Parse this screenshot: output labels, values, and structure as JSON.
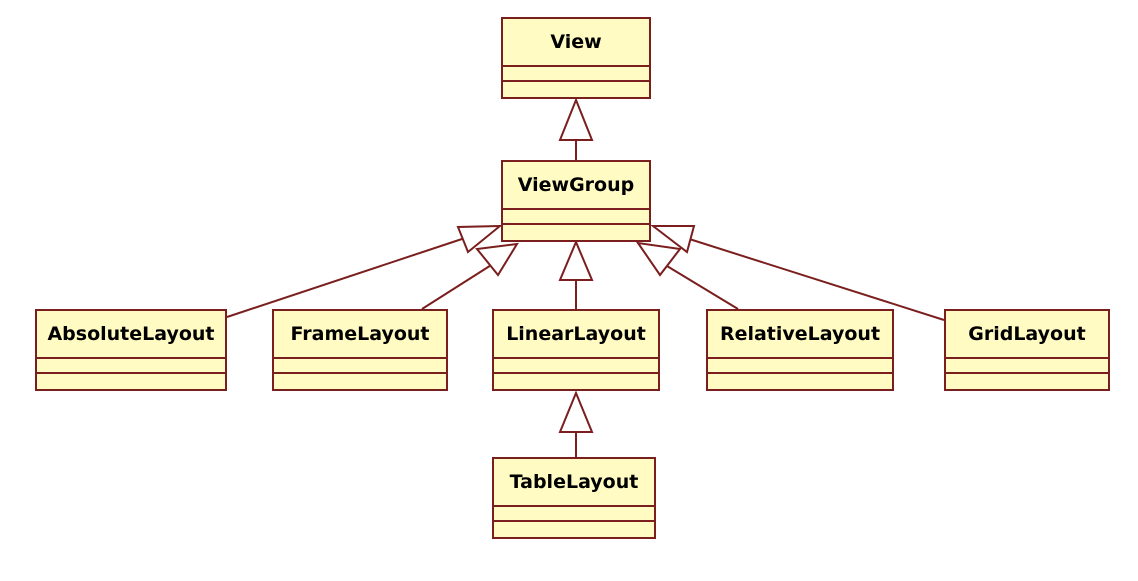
{
  "diagram": {
    "classes": {
      "view": {
        "name": "View"
      },
      "viewgroup": {
        "name": "ViewGroup"
      },
      "absolutelayout": {
        "name": "AbsoluteLayout"
      },
      "framelayout": {
        "name": "FrameLayout"
      },
      "linearlayout": {
        "name": "LinearLayout"
      },
      "relativelayout": {
        "name": "RelativeLayout"
      },
      "gridlayout": {
        "name": "GridLayout"
      },
      "tablelayout": {
        "name": "TableLayout"
      }
    },
    "generalizations": [
      {
        "child": "viewgroup",
        "parent": "view"
      },
      {
        "child": "absolutelayout",
        "parent": "viewgroup"
      },
      {
        "child": "framelayout",
        "parent": "viewgroup"
      },
      {
        "child": "linearlayout",
        "parent": "viewgroup"
      },
      {
        "child": "relativelayout",
        "parent": "viewgroup"
      },
      {
        "child": "gridlayout",
        "parent": "viewgroup"
      },
      {
        "child": "tablelayout",
        "parent": "linearlayout"
      }
    ],
    "colors": {
      "box_fill": "#fffbc2",
      "stroke": "#7a1e1e",
      "text": "#000000"
    }
  }
}
